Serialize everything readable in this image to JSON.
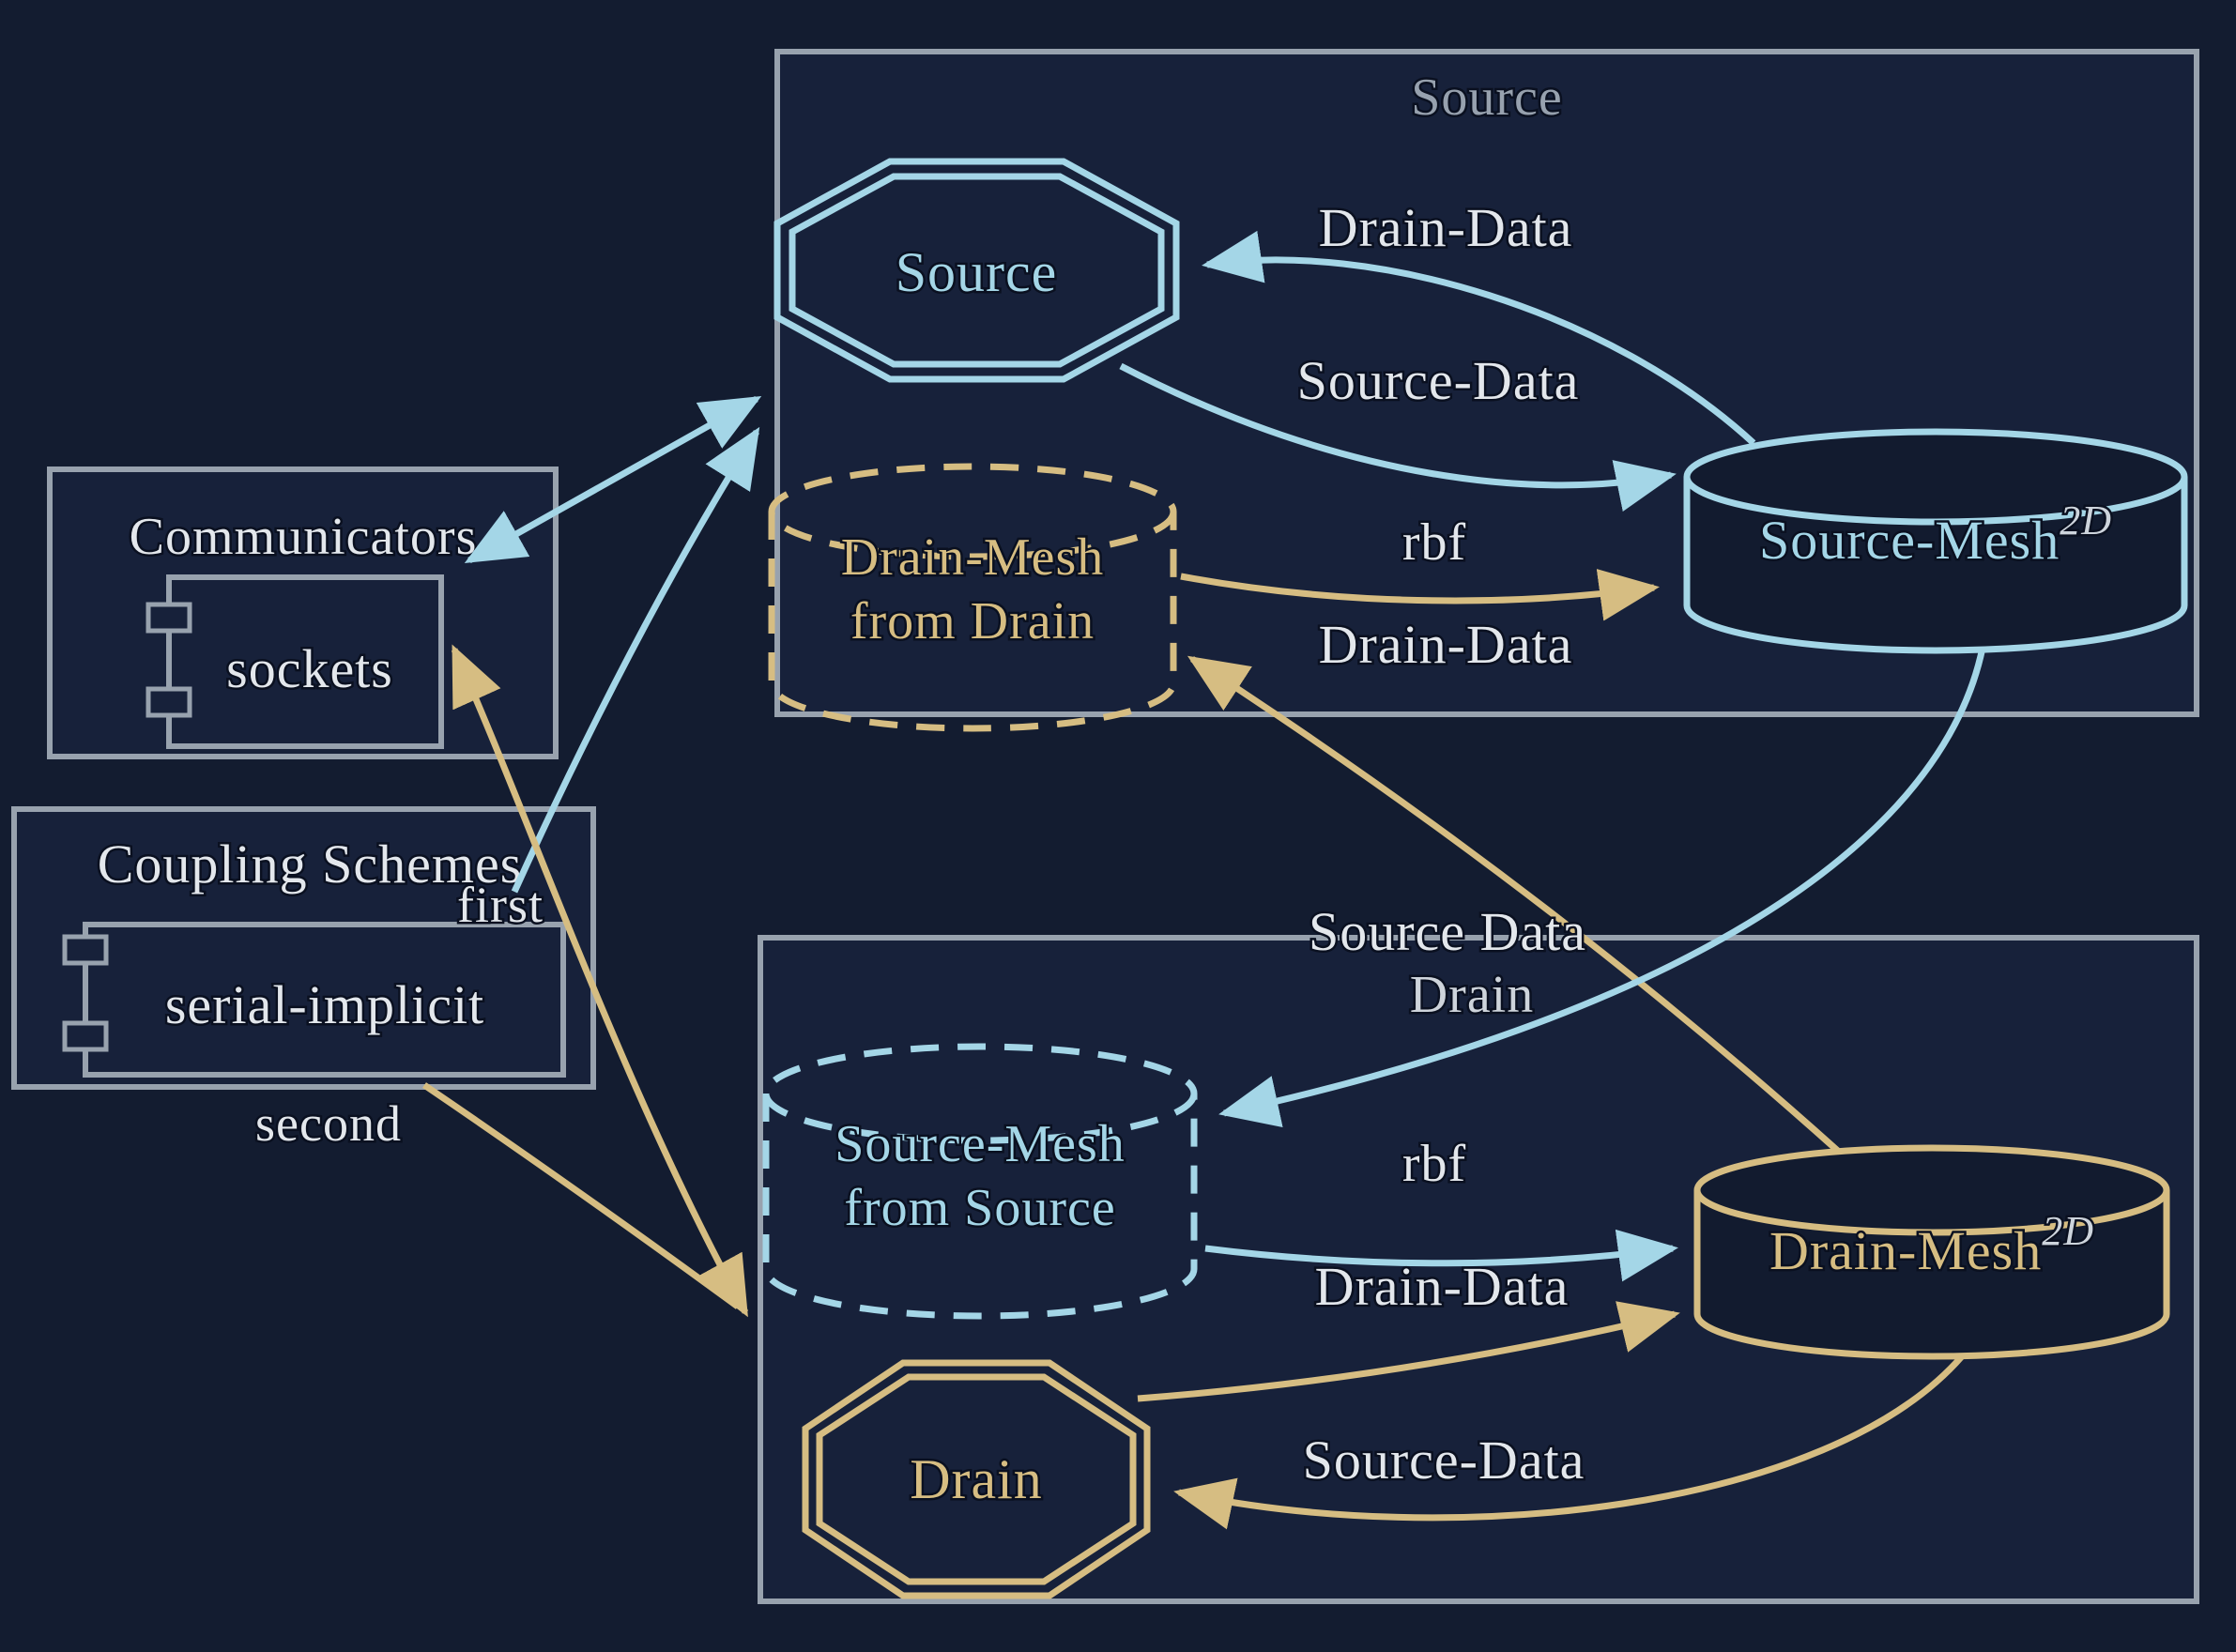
{
  "colors": {
    "background": "#131c30",
    "panel": "#17213a",
    "panel2": "#121b2f",
    "border_gray": "#98a2ae",
    "blue": "#a4d6e7",
    "tan": "#d6bd82",
    "text_white": "#e3e7ec",
    "title_gray": "#97a1ae",
    "drain_title": "#ced4db",
    "sup_color": "#cdd4dc"
  },
  "source_box": {
    "title": "Source"
  },
  "drain_box": {
    "title": "Drain"
  },
  "communicators": {
    "title": "Communicators",
    "item": "sockets"
  },
  "coupling_schemes": {
    "title": "Coupling Schemes",
    "item": "serial-implicit",
    "first_label": "first",
    "second_label": "second"
  },
  "nodes": {
    "source_solver": {
      "label": "Source"
    },
    "drain_solver": {
      "label": "Drain"
    },
    "source_mesh": {
      "label": "Source-Mesh",
      "sup": "2D"
    },
    "drain_mesh": {
      "label": "Drain-Mesh",
      "sup": "2D"
    },
    "drain_mesh_from_drain": {
      "line1": "Drain-Mesh",
      "line2": "from Drain"
    },
    "source_mesh_from_source": {
      "line1": "Source-Mesh",
      "line2": "from Source"
    }
  },
  "edges": {
    "drain_data_to_source": "Drain-Data",
    "source_data_to_mesh": "Source-Data",
    "rbf_top": "rbf",
    "drain_data_to_dashed": "Drain-Data",
    "source_data_cross": "Source Data",
    "rbf_bottom": "rbf",
    "drain_data_bottom": "Drain-Data",
    "source_data_to_drain": "Source-Data"
  }
}
